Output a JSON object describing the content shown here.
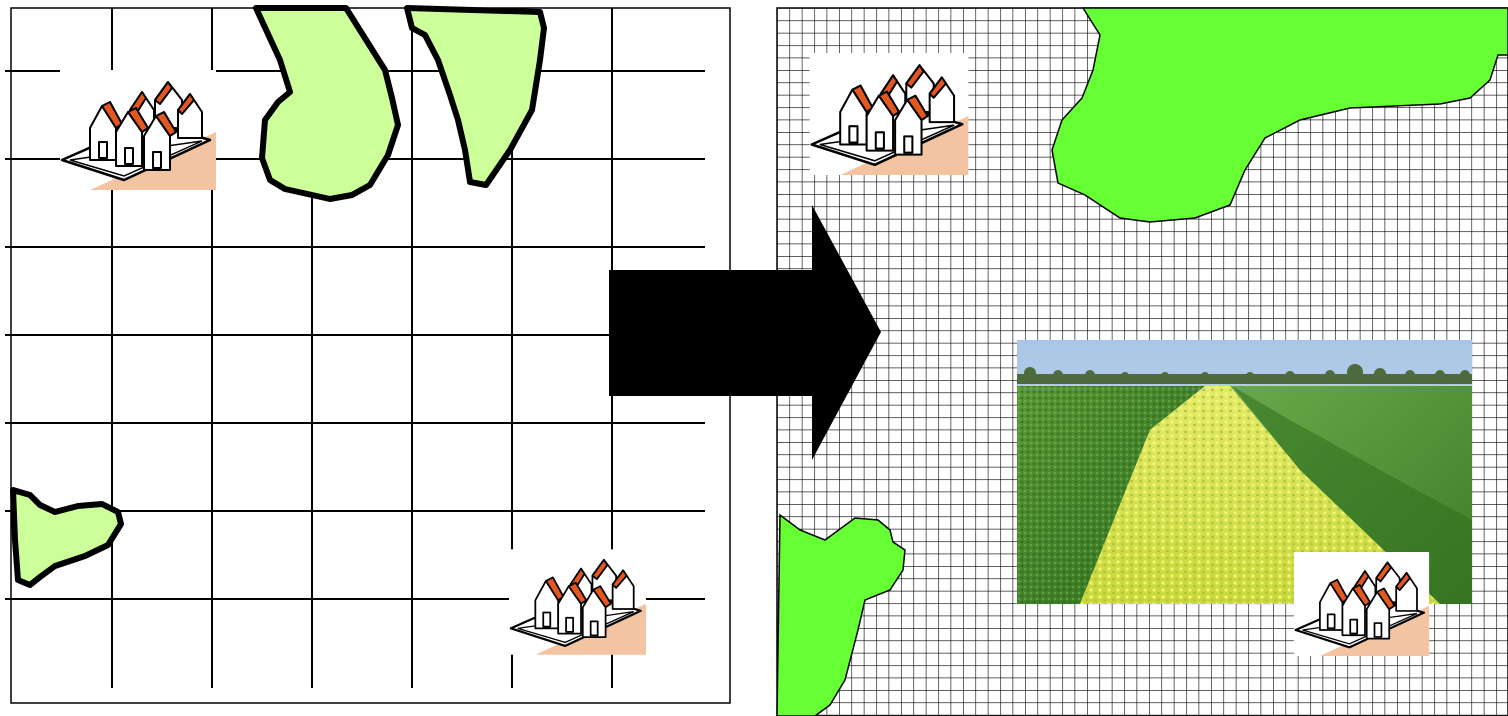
{
  "colors": {
    "background": "#ffffff",
    "grid_line": "#000000",
    "left_patch_fill": "#ccff99",
    "right_patch_fill": "#66ff33",
    "patch_outline": "#000000",
    "arrow": "#000000",
    "house_roof": "#e2581f",
    "house_wall": "#ffffff",
    "house_shadow": "#f2c4a2",
    "photo_sky": "#b9d3ea",
    "photo_field": "#3f8a2a",
    "photo_flowers": "#d8e24a"
  },
  "panels": {
    "before": {
      "grid": "coarse",
      "green_patches": 3,
      "house_icons": 2
    },
    "after": {
      "grid": "fine",
      "green_patches": 2,
      "house_icons": 2,
      "photo": "field-margin-with-flowering-strip"
    }
  },
  "icons": [
    "houses-icon",
    "transition-arrow-icon"
  ]
}
